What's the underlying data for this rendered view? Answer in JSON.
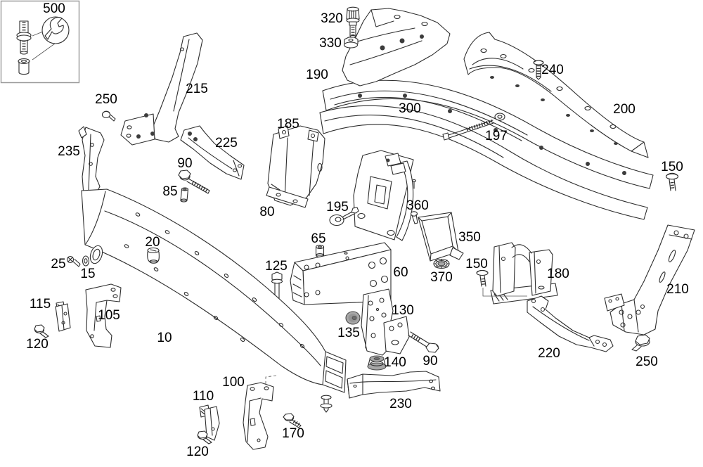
{
  "diagram": {
    "title": "Exploded parts diagram",
    "background_color": "#ffffff",
    "line_color": "#2d2d2d",
    "label_color": "#000000",
    "shaded_part_color": "#a8a8a8",
    "inset_tool_icon": "wrench-icon"
  },
  "labels": [
    {
      "id": "500",
      "text": "500"
    },
    {
      "id": "320",
      "text": "320"
    },
    {
      "id": "330",
      "text": "330"
    },
    {
      "id": "190",
      "text": "190"
    },
    {
      "id": "240",
      "text": "240"
    },
    {
      "id": "300",
      "text": "300"
    },
    {
      "id": "200",
      "text": "200"
    },
    {
      "id": "197",
      "text": "197"
    },
    {
      "id": "215",
      "text": "215"
    },
    {
      "id": "250-left",
      "text": "250"
    },
    {
      "id": "235",
      "text": "235"
    },
    {
      "id": "225",
      "text": "225"
    },
    {
      "id": "90-left",
      "text": "90"
    },
    {
      "id": "85",
      "text": "85"
    },
    {
      "id": "150-top-right",
      "text": "150"
    },
    {
      "id": "185",
      "text": "185"
    },
    {
      "id": "80",
      "text": "80"
    },
    {
      "id": "195",
      "text": "195"
    },
    {
      "id": "360",
      "text": "360"
    },
    {
      "id": "350",
      "text": "350"
    },
    {
      "id": "65",
      "text": "65"
    },
    {
      "id": "370",
      "text": "370"
    },
    {
      "id": "150-mid",
      "text": "150"
    },
    {
      "id": "180",
      "text": "180"
    },
    {
      "id": "210",
      "text": "210"
    },
    {
      "id": "125",
      "text": "125"
    },
    {
      "id": "60",
      "text": "60"
    },
    {
      "id": "20",
      "text": "20"
    },
    {
      "id": "25",
      "text": "25"
    },
    {
      "id": "15",
      "text": "15"
    },
    {
      "id": "115",
      "text": "115"
    },
    {
      "id": "105",
      "text": "105"
    },
    {
      "id": "130",
      "text": "130"
    },
    {
      "id": "135",
      "text": "135"
    },
    {
      "id": "120-left",
      "text": "120"
    },
    {
      "id": "10",
      "text": "10"
    },
    {
      "id": "140",
      "text": "140"
    },
    {
      "id": "90-bottom",
      "text": "90"
    },
    {
      "id": "220",
      "text": "220"
    },
    {
      "id": "250-bottom",
      "text": "250"
    },
    {
      "id": "100",
      "text": "100"
    },
    {
      "id": "110",
      "text": "110"
    },
    {
      "id": "230",
      "text": "230"
    },
    {
      "id": "120-bottom",
      "text": "120"
    },
    {
      "id": "170",
      "text": "170"
    }
  ]
}
